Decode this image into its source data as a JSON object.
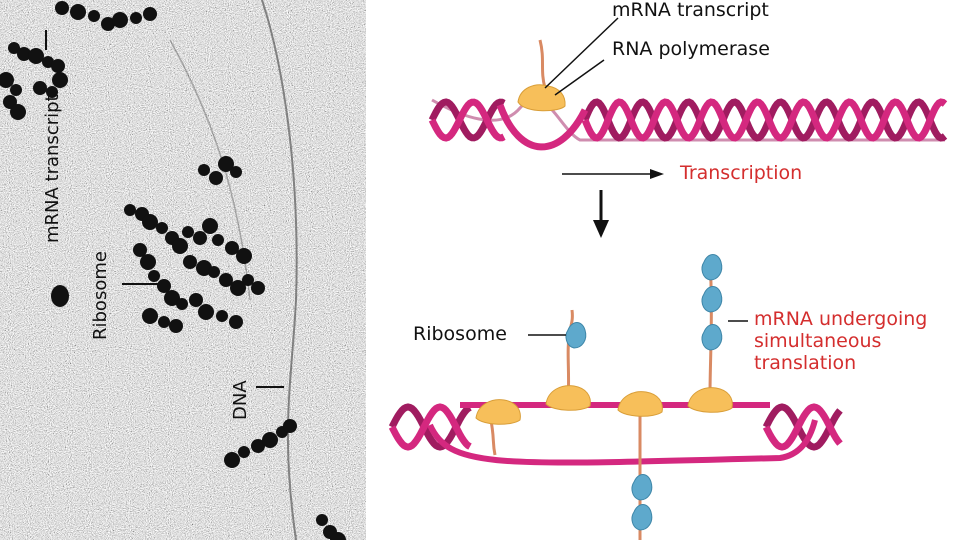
{
  "micrograph": {
    "labels": {
      "mrna": "mRNA transcript",
      "ribosome": "Ribosome",
      "dna": "DNA"
    }
  },
  "diagram": {
    "mrna_transcript": "mRNA transcript",
    "rna_polymerase": "RNA polymerase",
    "transcription": "Transcription",
    "ribosome": "Ribosome",
    "translation_lines": [
      "mRNA undergoing",
      "simultaneous",
      "translation"
    ]
  },
  "colors": {
    "helix": "#d4287f",
    "helix_dark": "#a01c60",
    "polymerase": "#f7bf5a",
    "ribosome": "#5ea9cc",
    "mrna_strand": "#d98a63",
    "red_text": "#d42e2e"
  }
}
